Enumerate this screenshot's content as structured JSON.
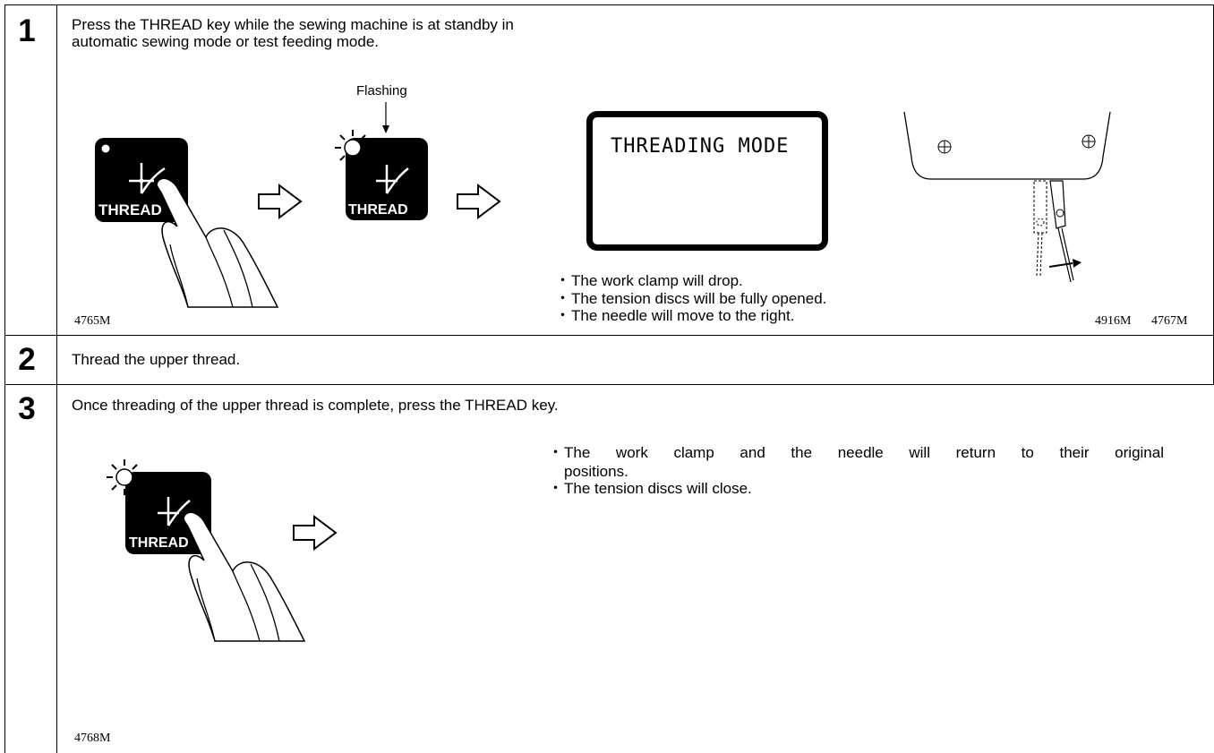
{
  "steps": [
    {
      "number": "1",
      "text_line1": "Press the THREAD key while the sewing machine is at standby in",
      "text_line2": "automatic sewing mode or test feeding mode.",
      "flashing_label": "Flashing",
      "key_label": "THREAD",
      "lcd_text": "THREADING MODE",
      "bullets": [
        "The work clamp will drop.",
        "The tension discs will be fully opened.",
        "The needle will move to the right."
      ],
      "fig_codes": [
        "4765M",
        "4916M",
        "4767M"
      ]
    },
    {
      "number": "2",
      "text": "Thread the upper thread."
    },
    {
      "number": "3",
      "text": "Once threading of the upper thread is complete, press the THREAD key.",
      "key_label": "THREAD",
      "bullet1_part1": "The work clamp and the needle will return to their original",
      "bullet1_part2": "positions.",
      "bullet2": "The tension discs will close.",
      "fig_code": "4768M"
    }
  ],
  "icons": [
    "thread-key-icon",
    "pointing-hand-icon",
    "arrow-right-icon",
    "flashing-led-icon",
    "needle-bar-icon"
  ]
}
